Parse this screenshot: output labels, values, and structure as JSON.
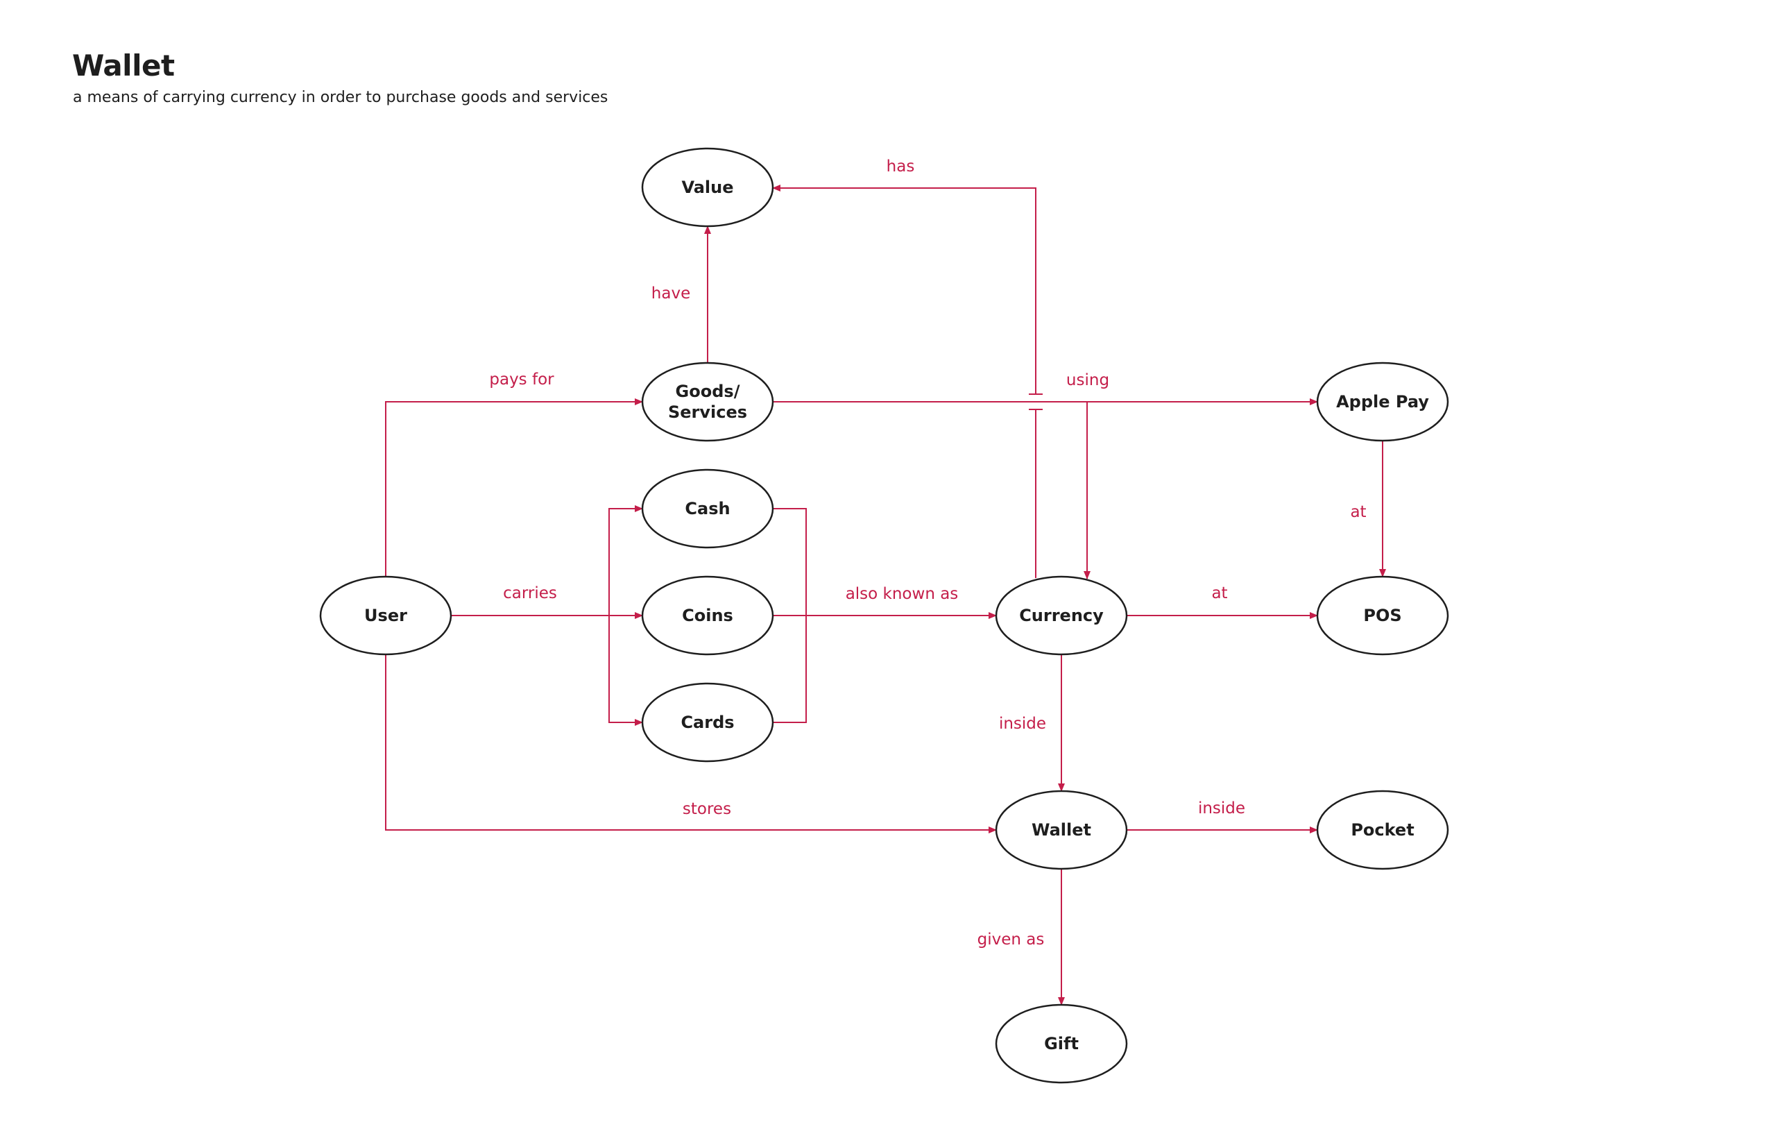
{
  "header": {
    "title": "Wallet",
    "subtitle": "a means of carrying currency in order to purchase goods and services"
  },
  "colors": {
    "edge": "#c41e4a",
    "node_stroke": "#1e1e1e",
    "text": "#1e1e1e"
  },
  "nodes": [
    {
      "id": "value",
      "label": [
        "Value"
      ]
    },
    {
      "id": "goods-services",
      "label": [
        "Goods/",
        "Services"
      ]
    },
    {
      "id": "cash",
      "label": [
        "Cash"
      ]
    },
    {
      "id": "coins",
      "label": [
        "Coins"
      ]
    },
    {
      "id": "cards",
      "label": [
        "Cards"
      ]
    },
    {
      "id": "user",
      "label": [
        "User"
      ]
    },
    {
      "id": "currency",
      "label": [
        "Currency"
      ]
    },
    {
      "id": "apple-pay",
      "label": [
        "Apple Pay"
      ]
    },
    {
      "id": "pos",
      "label": [
        "POS"
      ]
    },
    {
      "id": "wallet",
      "label": [
        "Wallet"
      ]
    },
    {
      "id": "pocket",
      "label": [
        "Pocket"
      ]
    },
    {
      "id": "gift",
      "label": [
        "Gift"
      ]
    }
  ],
  "edges": [
    {
      "id": "goods-value",
      "from": "goods-services",
      "to": "value",
      "label": "have"
    },
    {
      "id": "currency-value",
      "from": "currency",
      "to": "value",
      "label": "has"
    },
    {
      "id": "user-goods",
      "from": "user",
      "to": "goods-services",
      "label": "pays for"
    },
    {
      "id": "goods-applepay",
      "from": "goods-services",
      "to": "apple-pay",
      "label": ""
    },
    {
      "id": "goods-currency",
      "from": "goods-services",
      "to": "currency",
      "label": "using"
    },
    {
      "id": "user-coins",
      "from": "user",
      "to": "coins",
      "label": "carries"
    },
    {
      "id": "user-cash",
      "from": "user",
      "to": "cash",
      "label": ""
    },
    {
      "id": "user-cards",
      "from": "user",
      "to": "cards",
      "label": ""
    },
    {
      "id": "cash-currency",
      "from": "cash",
      "to": "currency",
      "label": ""
    },
    {
      "id": "coins-currency",
      "from": "coins",
      "to": "currency",
      "label": "also known as"
    },
    {
      "id": "cards-currency",
      "from": "cards",
      "to": "currency",
      "label": ""
    },
    {
      "id": "currency-pos",
      "from": "currency",
      "to": "pos",
      "label": "at"
    },
    {
      "id": "applepay-pos",
      "from": "apple-pay",
      "to": "pos",
      "label": "at"
    },
    {
      "id": "currency-wallet",
      "from": "currency",
      "to": "wallet",
      "label": "inside"
    },
    {
      "id": "user-wallet",
      "from": "user",
      "to": "wallet",
      "label": "stores"
    },
    {
      "id": "wallet-pocket",
      "from": "wallet",
      "to": "pocket",
      "label": "inside"
    },
    {
      "id": "wallet-gift",
      "from": "wallet",
      "to": "gift",
      "label": "given as"
    }
  ]
}
